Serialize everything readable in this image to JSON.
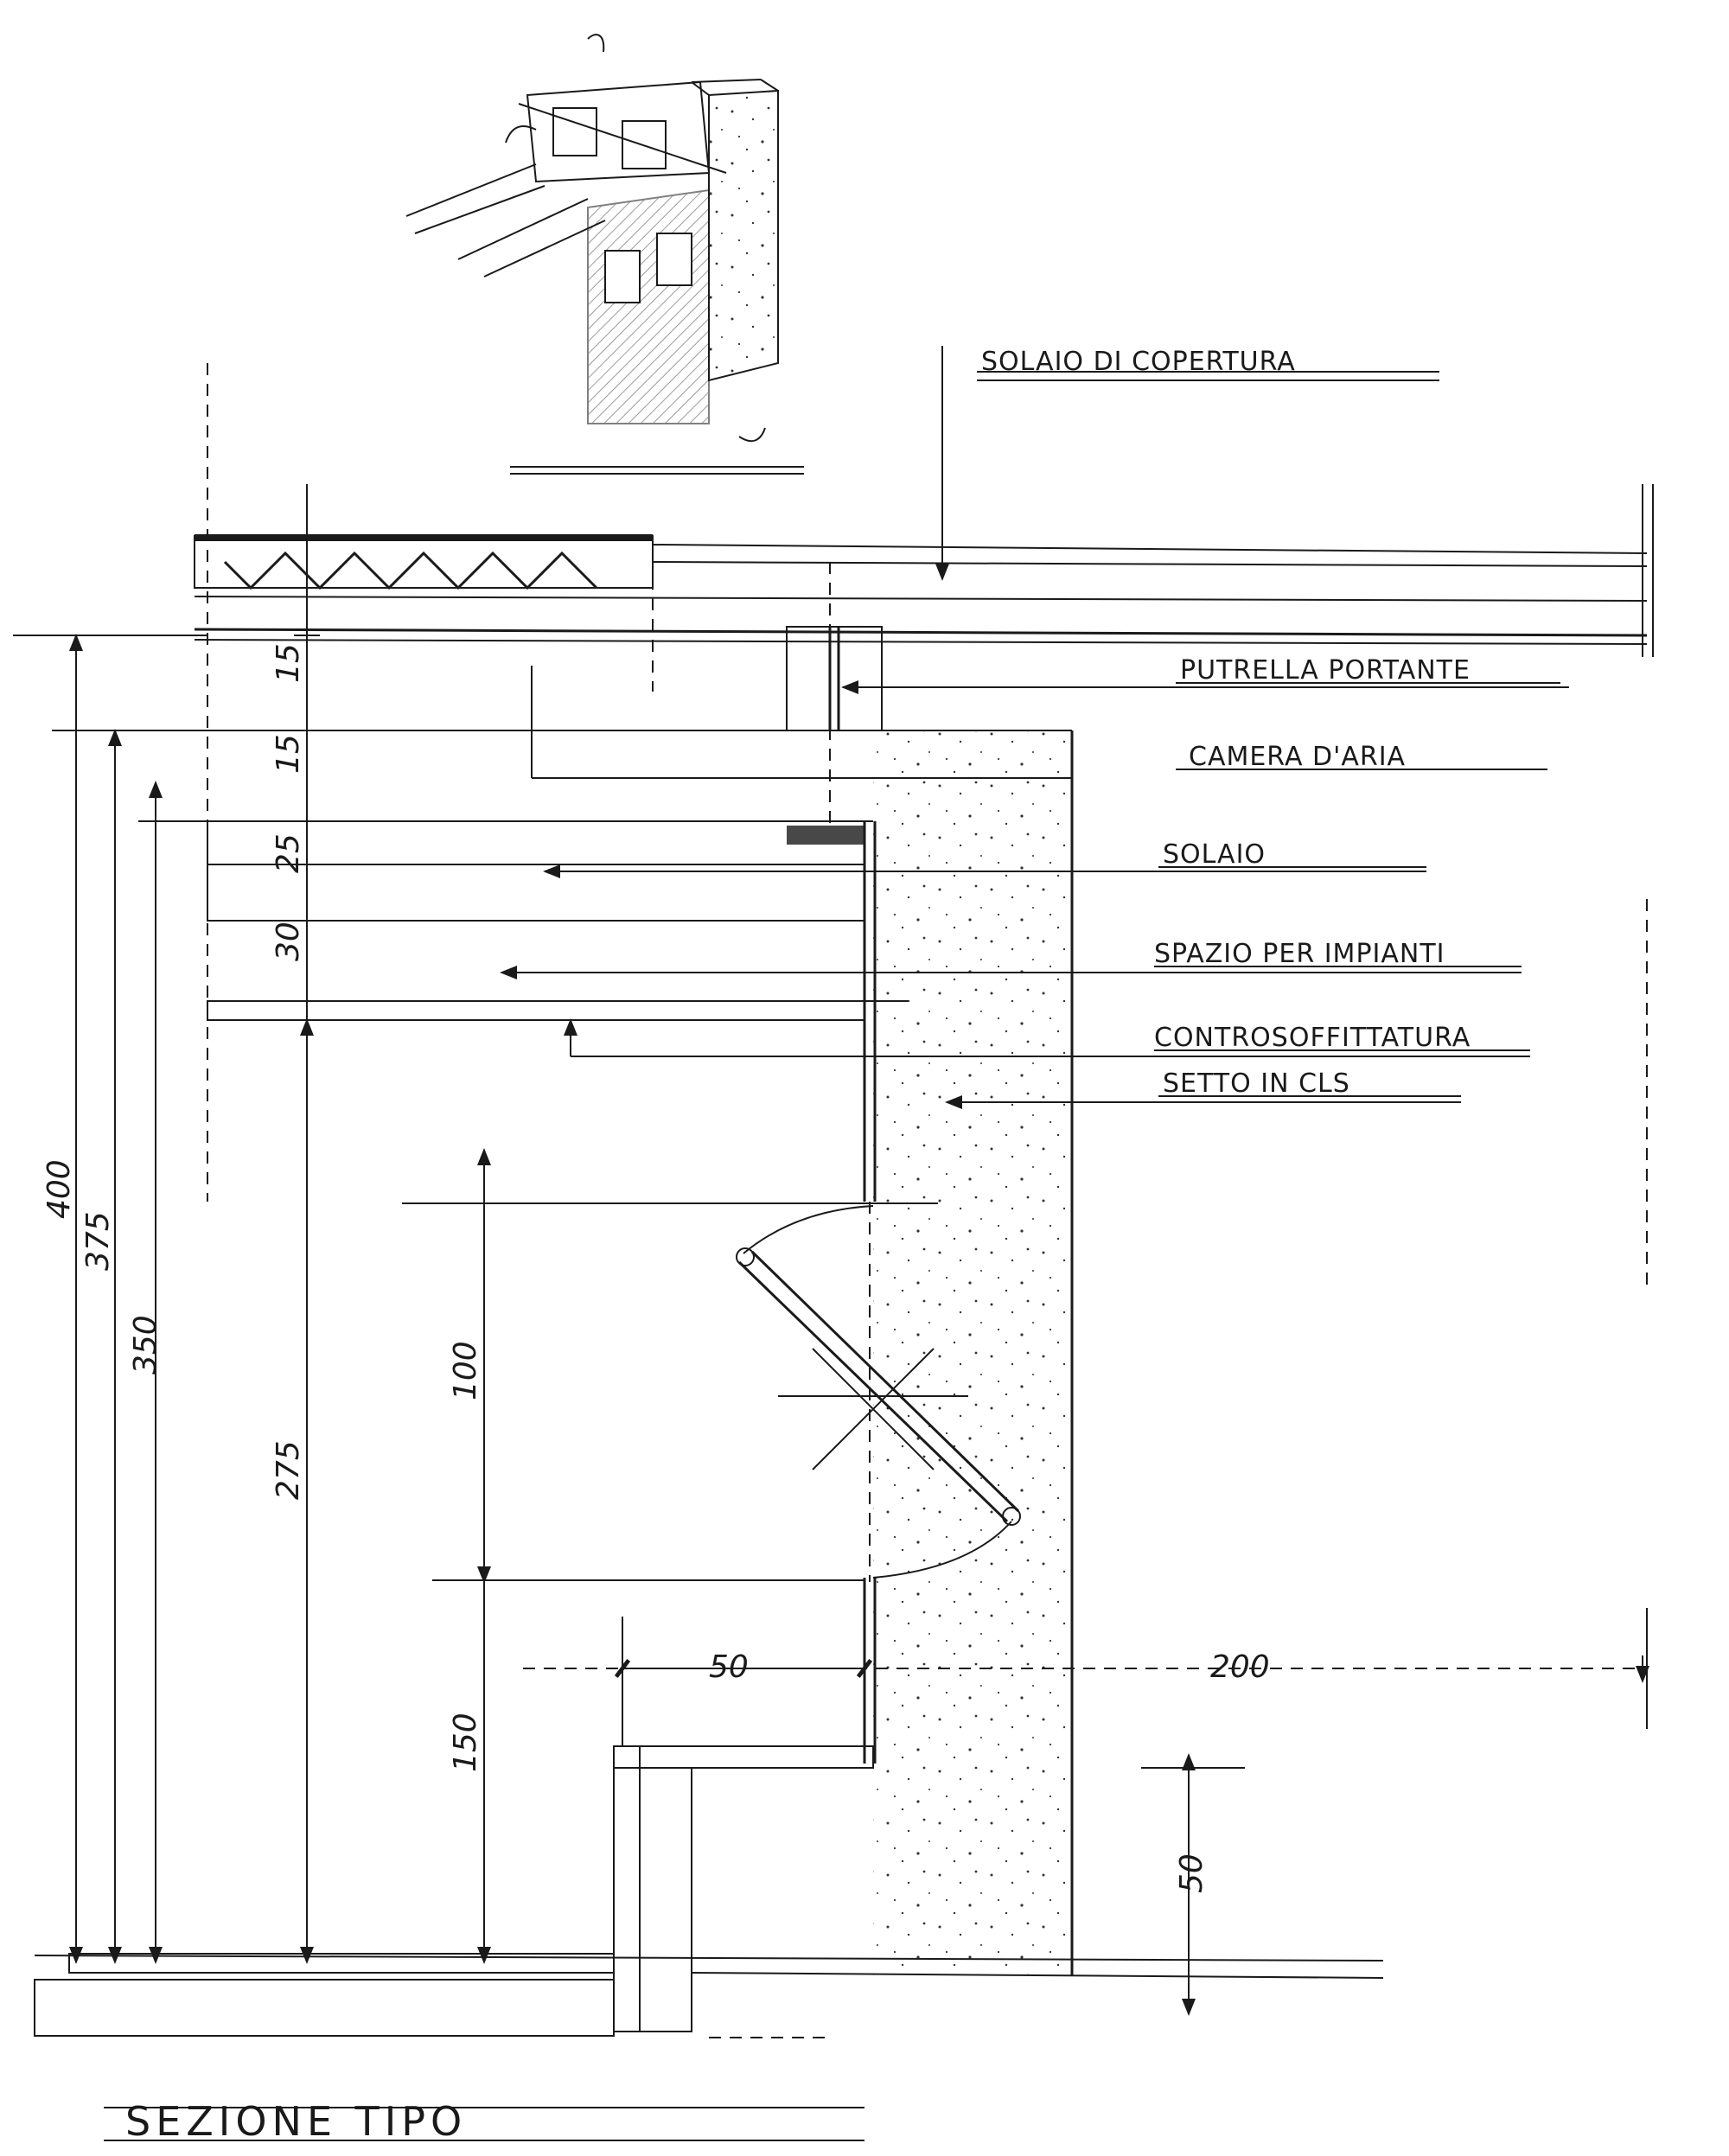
{
  "labels": {
    "solaio_copertura": "SOLAIO DI COPERTURA",
    "putrella": "PUTRELLA PORTANTE",
    "camera_aria": "CAMERA D'ARIA",
    "solaio": "SOLAIO",
    "spazio_impianti": "SPAZIO PER IMPIANTI",
    "controsoffittatura": "CONTROSOFFITTATURA",
    "setto": "SETTO IN CLS"
  },
  "title": "SEZIONE TIPO",
  "dimensions": {
    "d400": "400",
    "d375": "375",
    "d350": "350",
    "d275": "275",
    "d15a": "15",
    "d15b": "15",
    "d25": "25",
    "d30": "30",
    "d100": "100",
    "d150": "150",
    "d50_horizontal": "50",
    "d200": "200",
    "d50_vertical": "50"
  }
}
